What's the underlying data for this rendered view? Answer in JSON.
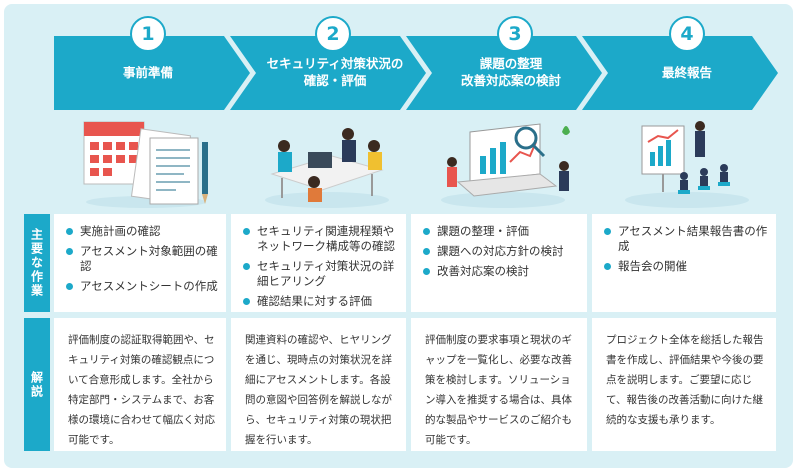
{
  "steps": [
    {
      "number": "1",
      "title": "事前準備"
    },
    {
      "number": "2",
      "title": "セキュリティ対策状況の\n確認・評価"
    },
    {
      "number": "3",
      "title": "課題の整理\n改善対応案の検討"
    },
    {
      "number": "4",
      "title": "最終報告"
    }
  ],
  "row_labels": {
    "main_tasks": "主要な作業",
    "explanation": "解説"
  },
  "main_tasks": [
    [
      "実施計画の確認",
      "アセスメント対象範囲の確認",
      "アセスメントシートの作成"
    ],
    [
      "セキュリティ関連規程類やネットワーク構成等の確認",
      "セキュリティ対策状況の詳細ヒアリング",
      "確認結果に対する評価"
    ],
    [
      "課題の整理・評価",
      "課題への対応方針の検討",
      "改善対応案の検討"
    ],
    [
      "アセスメント結果報告書の作成",
      "報告会の開催"
    ]
  ],
  "explanations": [
    "評価制度の認証取得範囲や、セキュリティ対策の確認観点について合意形成します。全社から特定部門・システムまで、お客様の環境に合わせて幅広く対応可能です。",
    "関連資料の確認や、ヒヤリングを通じ、現時点の対策状況を詳細にアセスメントします。各設問の意図や回答例を解説しながら、セキュリティ対策の現状把握を行います。",
    "評価制度の要求事項と現状のギャップを一覧化し、必要な改善策を検討します。ソリューション導入を推奨する場合は、具体的な製品やサービスのご紹介も可能です。",
    "プロジェクト全体を総括した報告書を作成し、評価結果や今後の要点を説明します。ご要望に応じて、報告後の改善活動に向けた継続的な支援も承ります。"
  ],
  "colors": {
    "accent": "#1ca9c9",
    "panel": "#d9f0f5"
  }
}
